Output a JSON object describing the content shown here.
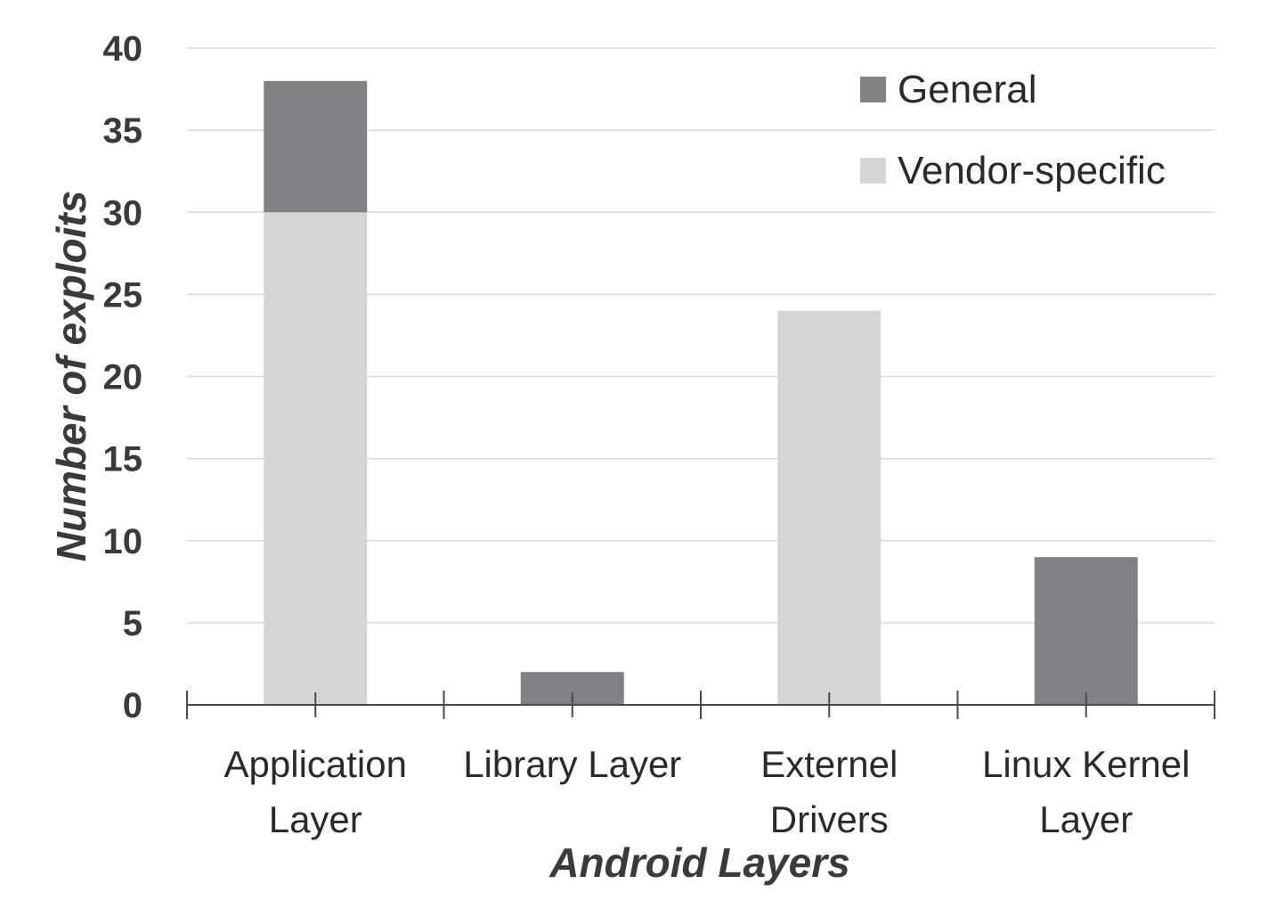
{
  "chart_data": {
    "type": "bar",
    "stacked": true,
    "categories": [
      [
        "Application",
        "Layer"
      ],
      [
        "Library Layer"
      ],
      [
        "Externel",
        "Drivers"
      ],
      [
        "Linux Kernel",
        "Layer"
      ]
    ],
    "series": [
      {
        "name": "Vendor-specific",
        "color": "#d4d5d7",
        "values": [
          30,
          0,
          24,
          0
        ]
      },
      {
        "name": "General",
        "color": "#818285",
        "values": [
          8,
          2,
          0,
          9
        ]
      }
    ],
    "legend_order": [
      "General",
      "Vendor-specific"
    ],
    "legend_position": "top-right",
    "xlabel": "Android Layers",
    "ylabel": "Number of exploits",
    "ylim": [
      0,
      40
    ],
    "yticks": [
      0,
      5,
      10,
      15,
      20,
      25,
      30,
      35,
      40
    ],
    "grid": true
  }
}
